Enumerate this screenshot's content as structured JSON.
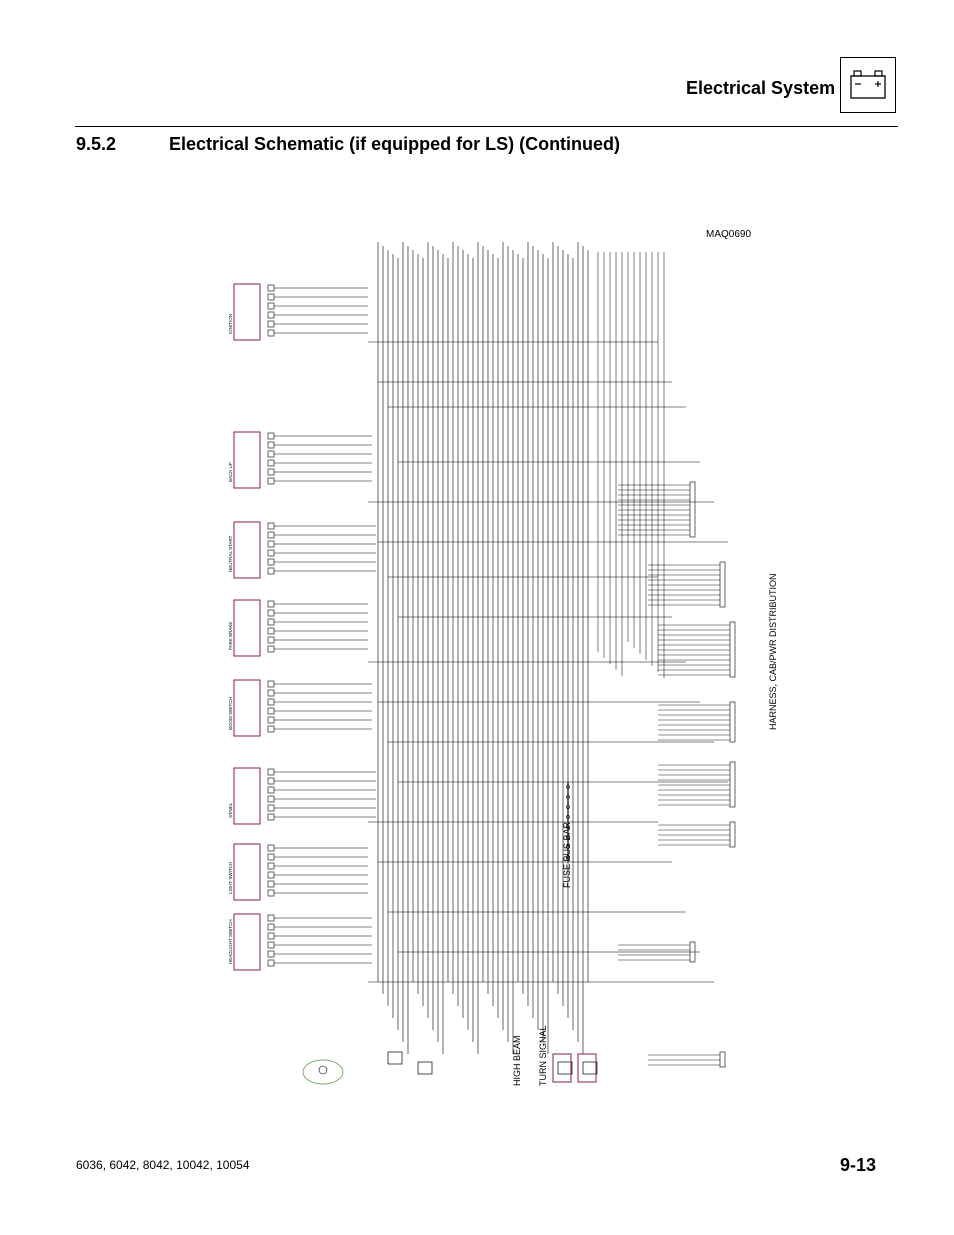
{
  "header": {
    "section": "Electrical System",
    "icon": "battery-icon"
  },
  "heading": {
    "number": "9.5.2",
    "title": "Electrical Schematic (if equipped for LS) (Continued)"
  },
  "figure": {
    "code": "MAQ0690",
    "harness_label": "HARNESS, CAB/PWR DISTRIBUTION",
    "fuse_label": "FUSE BUS BAR",
    "high_beam_label": "HIGH BEAM",
    "turn_signal_label": "TURN SIGNAL",
    "switch_labels": [
      "IGNITION",
      "BACK UP",
      "NEUTRAL START",
      "PARK BRAKE",
      "BOOM SWITCH",
      "STABIL",
      "LIGHT SWITCH",
      "HEADLIGHT SWITCH"
    ]
  },
  "footer": {
    "models": "6036, 6042, 8042, 10042, 10054",
    "page": "9-13"
  },
  "colors": {
    "switch_box": "#8b1a4a",
    "lines": "#000000",
    "highlight": "#7ab06a"
  }
}
